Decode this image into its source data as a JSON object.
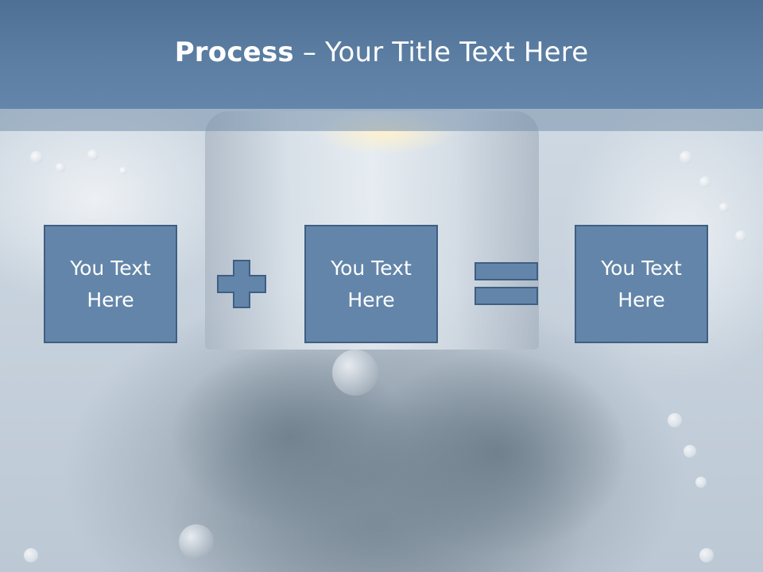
{
  "slide": {
    "title_bold": "Process",
    "title_rest": " – Your Title Text Here"
  },
  "process": {
    "steps": [
      {
        "text": "You Text Here"
      },
      {
        "text": "You Text Here"
      },
      {
        "text": "You Text Here"
      }
    ],
    "operators": [
      "plus-icon",
      "equals-icon"
    ]
  },
  "colors": {
    "title_band": "#5b7ea2",
    "box_fill": "#6385a9",
    "box_border": "#3f5f82",
    "text": "#ffffff"
  }
}
